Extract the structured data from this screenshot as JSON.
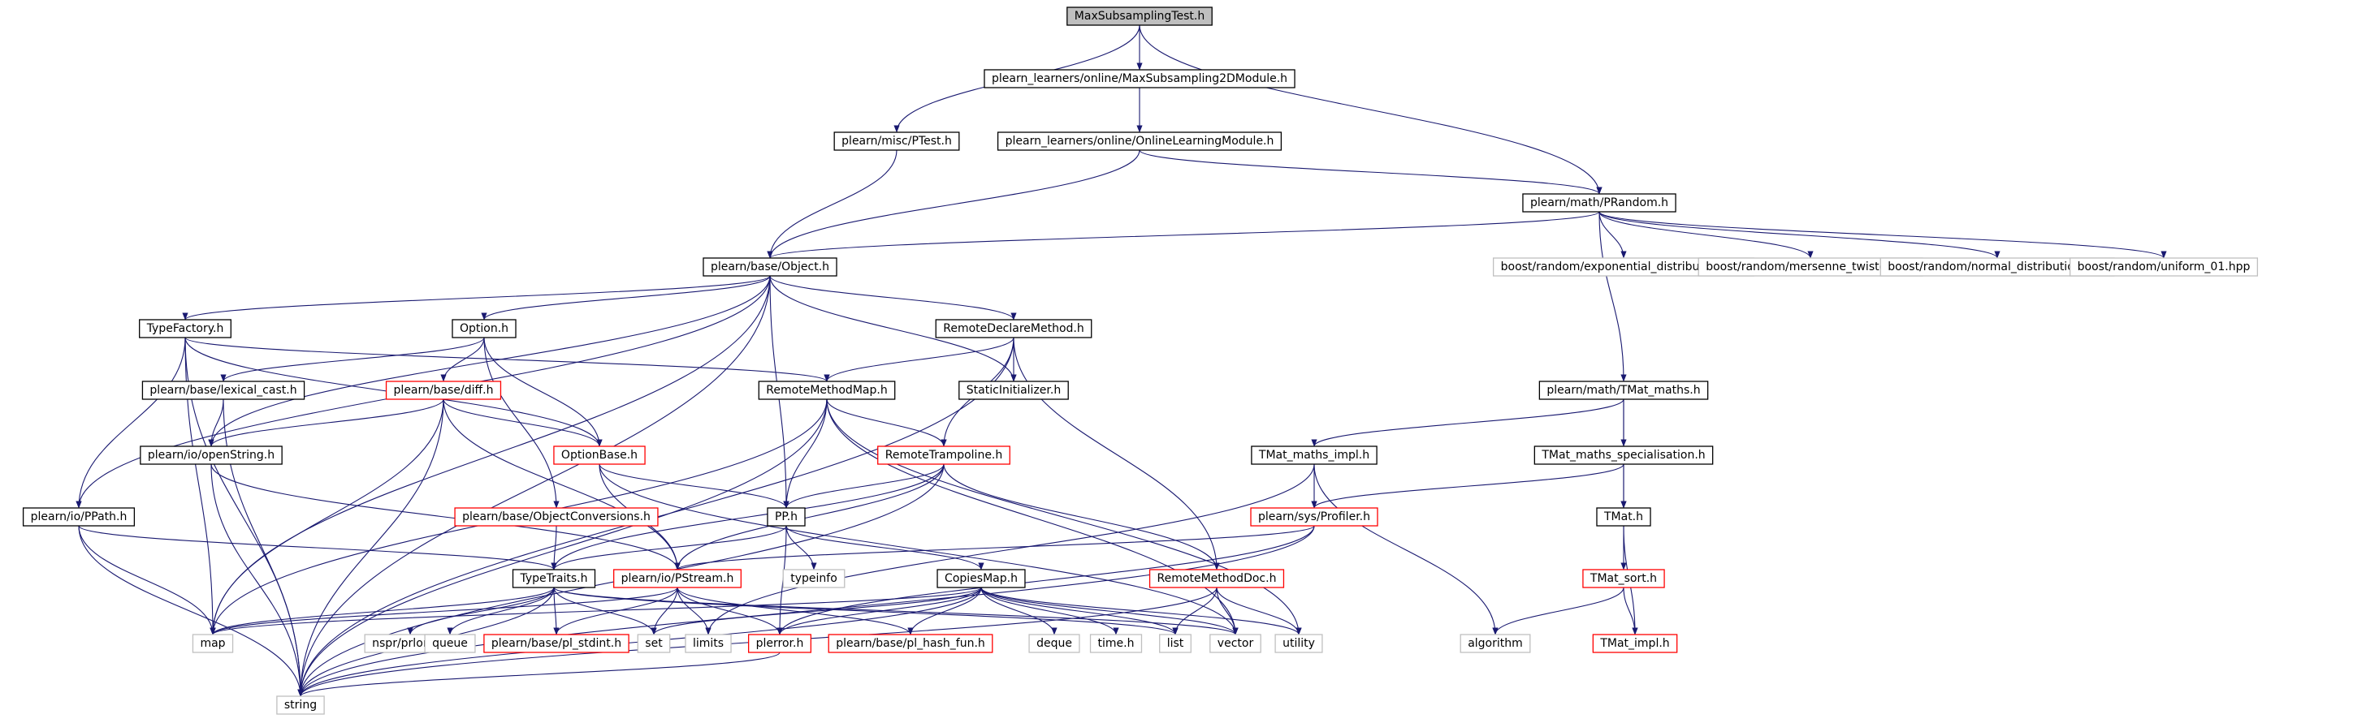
{
  "colors": {
    "edge": "#191970",
    "box_black": "#000000",
    "box_red": "#ff0000",
    "box_gray": "#bfbfbf",
    "root_fill": "#bfbfbf",
    "text": "#000000"
  },
  "nodes": [
    {
      "id": "root",
      "label": "MaxSubsamplingTest.h",
      "style": "root"
    },
    {
      "id": "ptest",
      "label": "plearn/misc/PTest.h",
      "style": "black"
    },
    {
      "id": "maxsub2d",
      "label": "plearn_learners/online/MaxSubsampling2DModule.h",
      "style": "black"
    },
    {
      "id": "olm",
      "label": "plearn_learners/online/OnlineLearningModule.h",
      "style": "black"
    },
    {
      "id": "prandom",
      "label": "plearn/math/PRandom.h",
      "style": "black"
    },
    {
      "id": "object",
      "label": "plearn/base/Object.h",
      "style": "black"
    },
    {
      "id": "expdist",
      "label": "boost/random/exponential_distribution.hpp",
      "style": "gray"
    },
    {
      "id": "mersenne",
      "label": "boost/random/mersenne_twister.hpp",
      "style": "gray"
    },
    {
      "id": "normdist",
      "label": "boost/random/normal_distribution.hpp",
      "style": "gray"
    },
    {
      "id": "uniform01",
      "label": "boost/random/uniform_01.hpp",
      "style": "gray"
    },
    {
      "id": "typefactory",
      "label": "TypeFactory.h",
      "style": "black"
    },
    {
      "id": "option",
      "label": "Option.h",
      "style": "black"
    },
    {
      "id": "rdm",
      "label": "RemoteDeclareMethod.h",
      "style": "black"
    },
    {
      "id": "staticinit",
      "label": "StaticInitializer.h",
      "style": "black"
    },
    {
      "id": "lexical",
      "label": "plearn/base/lexical_cast.h",
      "style": "black"
    },
    {
      "id": "diff",
      "label": "plearn/base/diff.h",
      "style": "red"
    },
    {
      "id": "rmm",
      "label": "RemoteMethodMap.h",
      "style": "black"
    },
    {
      "id": "tmatmaths",
      "label": "plearn/math/TMat_maths.h",
      "style": "black"
    },
    {
      "id": "openstring",
      "label": "plearn/io/openString.h",
      "style": "black"
    },
    {
      "id": "optionbase",
      "label": "OptionBase.h",
      "style": "red"
    },
    {
      "id": "rtramp",
      "label": "RemoteTrampoline.h",
      "style": "red"
    },
    {
      "id": "tmatimpl",
      "label": "TMat_maths_impl.h",
      "style": "black"
    },
    {
      "id": "tmatspec",
      "label": "TMat_maths_specialisation.h",
      "style": "black"
    },
    {
      "id": "ppath",
      "label": "plearn/io/PPath.h",
      "style": "black"
    },
    {
      "id": "objconv",
      "label": "plearn/base/ObjectConversions.h",
      "style": "red"
    },
    {
      "id": "pp",
      "label": "PP.h",
      "style": "black"
    },
    {
      "id": "profiler",
      "label": "plearn/sys/Profiler.h",
      "style": "red"
    },
    {
      "id": "tmat",
      "label": "TMat.h",
      "style": "black"
    },
    {
      "id": "typetraits",
      "label": "TypeTraits.h",
      "style": "black"
    },
    {
      "id": "pstream",
      "label": "plearn/io/PStream.h",
      "style": "red"
    },
    {
      "id": "typeinfo",
      "label": "typeinfo",
      "style": "gray"
    },
    {
      "id": "copiesmap",
      "label": "CopiesMap.h",
      "style": "black"
    },
    {
      "id": "rmdoc",
      "label": "RemoteMethodDoc.h",
      "style": "red"
    },
    {
      "id": "tmatsort",
      "label": "TMat_sort.h",
      "style": "red"
    },
    {
      "id": "map",
      "label": "map",
      "style": "gray"
    },
    {
      "id": "nsprlong",
      "label": "nspr/prlong.h",
      "style": "gray"
    },
    {
      "id": "queue",
      "label": "queue",
      "style": "gray"
    },
    {
      "id": "plstdint",
      "label": "plearn/base/pl_stdint.h",
      "style": "red"
    },
    {
      "id": "set",
      "label": "set",
      "style": "gray"
    },
    {
      "id": "limits",
      "label": "limits",
      "style": "gray"
    },
    {
      "id": "plerror",
      "label": "plerror.h",
      "style": "red"
    },
    {
      "id": "hashfun",
      "label": "plearn/base/pl_hash_fun.h",
      "style": "red"
    },
    {
      "id": "deque",
      "label": "deque",
      "style": "gray"
    },
    {
      "id": "timeh",
      "label": "time.h",
      "style": "gray"
    },
    {
      "id": "list",
      "label": "list",
      "style": "gray"
    },
    {
      "id": "vector",
      "label": "vector",
      "style": "gray"
    },
    {
      "id": "utility",
      "label": "utility",
      "style": "gray"
    },
    {
      "id": "algorithm",
      "label": "algorithm",
      "style": "gray"
    },
    {
      "id": "tmatimplh",
      "label": "TMat_impl.h",
      "style": "red"
    },
    {
      "id": "string",
      "label": "string",
      "style": "gray"
    }
  ],
  "edges": [
    [
      "root",
      "ptest"
    ],
    [
      "root",
      "maxsub2d"
    ],
    [
      "root",
      "prandom"
    ],
    [
      "maxsub2d",
      "olm"
    ],
    [
      "olm",
      "object"
    ],
    [
      "olm",
      "prandom"
    ],
    [
      "ptest",
      "object"
    ],
    [
      "prandom",
      "object"
    ],
    [
      "prandom",
      "expdist"
    ],
    [
      "prandom",
      "mersenne"
    ],
    [
      "prandom",
      "normdist"
    ],
    [
      "prandom",
      "uniform01"
    ],
    [
      "prandom",
      "tmatmaths"
    ],
    [
      "object",
      "typefactory"
    ],
    [
      "object",
      "option"
    ],
    [
      "object",
      "rdm"
    ],
    [
      "object",
      "staticinit"
    ],
    [
      "object",
      "openstring"
    ],
    [
      "object",
      "ppath"
    ],
    [
      "object",
      "pp"
    ],
    [
      "object",
      "map"
    ],
    [
      "object",
      "string"
    ],
    [
      "typefactory",
      "rmm"
    ],
    [
      "typefactory",
      "optionbase"
    ],
    [
      "typefactory",
      "ppath"
    ],
    [
      "typefactory",
      "map"
    ],
    [
      "typefactory",
      "string"
    ],
    [
      "option",
      "lexical"
    ],
    [
      "option",
      "diff"
    ],
    [
      "option",
      "optionbase"
    ],
    [
      "option",
      "objconv"
    ],
    [
      "rdm",
      "rmm"
    ],
    [
      "rdm",
      "staticinit"
    ],
    [
      "rdm",
      "rtramp"
    ],
    [
      "rdm",
      "rmdoc"
    ],
    [
      "rdm",
      "string"
    ],
    [
      "lexical",
      "openstring"
    ],
    [
      "lexical",
      "string"
    ],
    [
      "diff",
      "openstring"
    ],
    [
      "diff",
      "optionbase"
    ],
    [
      "diff",
      "pstream"
    ],
    [
      "diff",
      "map"
    ],
    [
      "diff",
      "string"
    ],
    [
      "rmm",
      "rtramp"
    ],
    [
      "rmm",
      "pp"
    ],
    [
      "rmm",
      "map"
    ],
    [
      "rmm",
      "string"
    ],
    [
      "rmm",
      "vector"
    ],
    [
      "rmm",
      "utility"
    ],
    [
      "openstring",
      "pstream"
    ],
    [
      "openstring",
      "string"
    ],
    [
      "optionbase",
      "pp"
    ],
    [
      "optionbase",
      "pstream"
    ],
    [
      "optionbase",
      "vector"
    ],
    [
      "rtramp",
      "pp"
    ],
    [
      "rtramp",
      "typetraits"
    ],
    [
      "rtramp",
      "pstream"
    ],
    [
      "rtramp",
      "rmdoc"
    ],
    [
      "rtramp",
      "string"
    ],
    [
      "tmatmaths",
      "tmatimpl"
    ],
    [
      "tmatmaths",
      "tmatspec"
    ],
    [
      "tmatmaths",
      "tmat"
    ],
    [
      "tmatimpl",
      "profiler"
    ],
    [
      "tmatimpl",
      "algorithm"
    ],
    [
      "tmatimpl",
      "limits"
    ],
    [
      "tmatspec",
      "profiler"
    ],
    [
      "tmatspec",
      "tmat"
    ],
    [
      "ppath",
      "typetraits"
    ],
    [
      "ppath",
      "map"
    ],
    [
      "ppath",
      "string"
    ],
    [
      "objconv",
      "typetraits"
    ],
    [
      "pp",
      "typetraits"
    ],
    [
      "pp",
      "typeinfo"
    ],
    [
      "pp",
      "copiesmap"
    ],
    [
      "pp",
      "plerror"
    ],
    [
      "profiler",
      "pstream"
    ],
    [
      "profiler",
      "plerror"
    ],
    [
      "profiler",
      "string"
    ],
    [
      "tmat",
      "tmatsort"
    ],
    [
      "tmat",
      "tmatimplh"
    ],
    [
      "typetraits",
      "map"
    ],
    [
      "typetraits",
      "nsprlong"
    ],
    [
      "typetraits",
      "queue"
    ],
    [
      "typetraits",
      "plstdint"
    ],
    [
      "typetraits",
      "set"
    ],
    [
      "typetraits",
      "list"
    ],
    [
      "typetraits",
      "vector"
    ],
    [
      "typetraits",
      "string"
    ],
    [
      "pstream",
      "plstdint"
    ],
    [
      "pstream",
      "set"
    ],
    [
      "pstream",
      "limits"
    ],
    [
      "pstream",
      "plerror"
    ],
    [
      "pstream",
      "hashfun"
    ],
    [
      "pstream",
      "map"
    ],
    [
      "copiesmap",
      "map"
    ],
    [
      "copiesmap",
      "set"
    ],
    [
      "copiesmap",
      "plerror"
    ],
    [
      "copiesmap",
      "hashfun"
    ],
    [
      "copiesmap",
      "deque"
    ],
    [
      "copiesmap",
      "timeh"
    ],
    [
      "copiesmap",
      "list"
    ],
    [
      "copiesmap",
      "vector"
    ],
    [
      "copiesmap",
      "utility"
    ],
    [
      "copiesmap",
      "string"
    ],
    [
      "rmdoc",
      "list"
    ],
    [
      "rmdoc",
      "vector"
    ],
    [
      "rmdoc",
      "utility"
    ],
    [
      "rmdoc",
      "string"
    ],
    [
      "tmatsort",
      "algorithm"
    ],
    [
      "tmatsort",
      "tmatimplh"
    ],
    [
      "plerror",
      "string"
    ]
  ]
}
